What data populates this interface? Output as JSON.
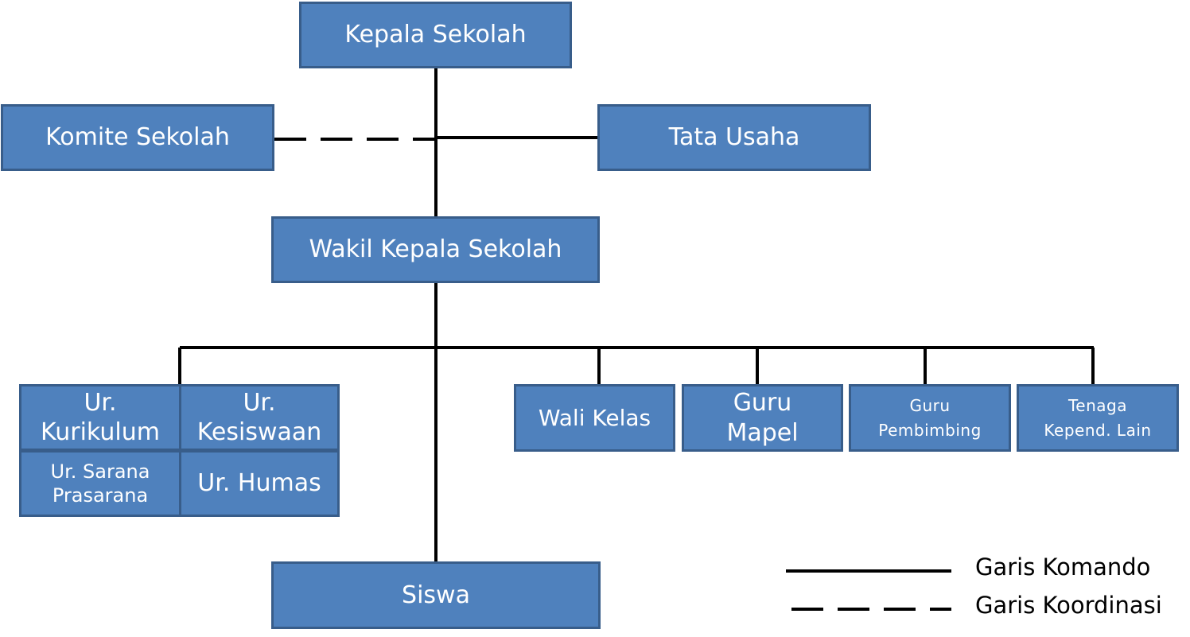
{
  "colors": {
    "box_fill": "#4f81bd",
    "box_border": "#385d8a",
    "line": "#000000",
    "box_text": "#ffffff"
  },
  "boxes": {
    "kepala_sekolah": "Kepala Sekolah",
    "komite_sekolah": "Komite Sekolah",
    "tata_usaha": "Tata Usaha",
    "wakil_kepala_sekolah": "Wakil Kepala Sekolah",
    "ur_kurikulum": "Ur. Kurikulum",
    "ur_kesiswaan": "Ur. Kesiswaan",
    "ur_sarana_prasarana": "Ur. Sarana Prasarana",
    "ur_humas": "Ur. Humas",
    "wali_kelas": "Wali Kelas",
    "guru_mapel": "Guru Mapel",
    "guru_pembimbing": "Guru Pembimbing",
    "tenaga_kepend_lain": "Tenaga Kepend. Lain",
    "siswa": "Siswa"
  },
  "legend": {
    "command_line": "Garis Komando",
    "coordination_line": "Garis Koordinasi"
  }
}
